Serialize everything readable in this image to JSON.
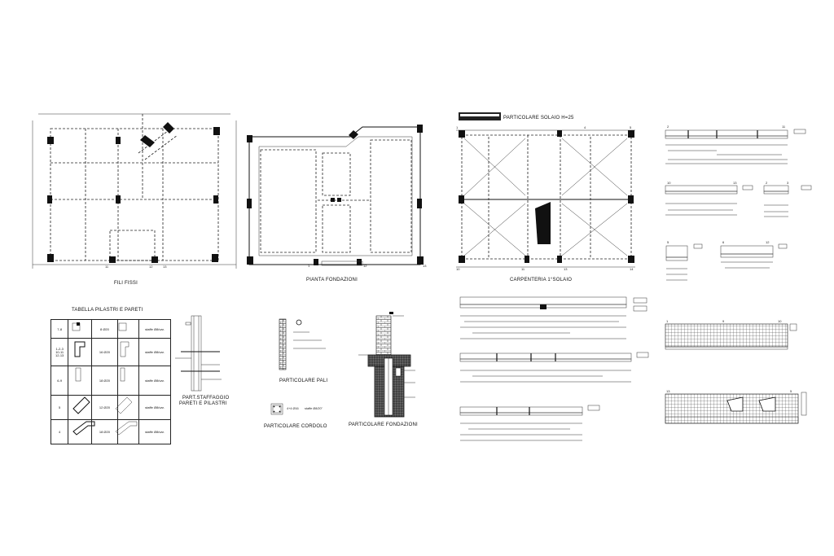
{
  "panels": {
    "fili_fissi": "FILI FISSI",
    "pianta_fondazioni": "PIANTA FONDAZIONI",
    "carpenteria": "CARPENTERIA 1°SOLAIO",
    "particolare_solaio": "PARTICOLARE SOLAIO H=25",
    "tabella": "TABELLA PILASTRI E PARETI",
    "staffaggio_1": "PART.STAFFAGGIO",
    "staffaggio_2": "PARETI E PILASTRI",
    "pali": "PARTICOLARE PALI",
    "cordolo": "PARTICOLARE CORDOLO",
    "fondazioni_detail": "PARTICOLARE FONDAZIONI"
  },
  "cordolo_legend": {
    "bars": "4+4 Ø16",
    "stirrups": "staffe Ø8/20\""
  },
  "table_rows": [
    {
      "ids": "7-8",
      "bars": "8 Ø20",
      "stirrups": "staffe Ø8/var."
    },
    {
      "ids": "1-2-3\n10-11\n12-13",
      "bars": "16 Ø20",
      "stirrups": "staffe Ø8/var."
    },
    {
      "ids": "6-9",
      "bars": "18 Ø20",
      "stirrups": "staffe Ø8/var."
    },
    {
      "ids": "5",
      "bars": "12 Ø20",
      "stirrups": "staffe Ø8/var."
    },
    {
      "ids": "4",
      "bars": "18 Ø20",
      "stirrups": "staffe Ø8/var."
    }
  ],
  "grid_numbers": {
    "fili": [
      "11",
      "12",
      "13"
    ],
    "fondazioni": [
      "1",
      "12",
      "13"
    ],
    "carpenteria": [
      "1",
      "4",
      "5",
      "10",
      "11",
      "13",
      "14"
    ],
    "beams_top": [
      "2",
      "11"
    ],
    "beams_mid": [
      "10",
      "13",
      "2",
      "3"
    ],
    "beams_low": [
      "5",
      "6",
      "12"
    ],
    "walls": [
      "1",
      "9",
      "10",
      "13",
      "5"
    ]
  }
}
